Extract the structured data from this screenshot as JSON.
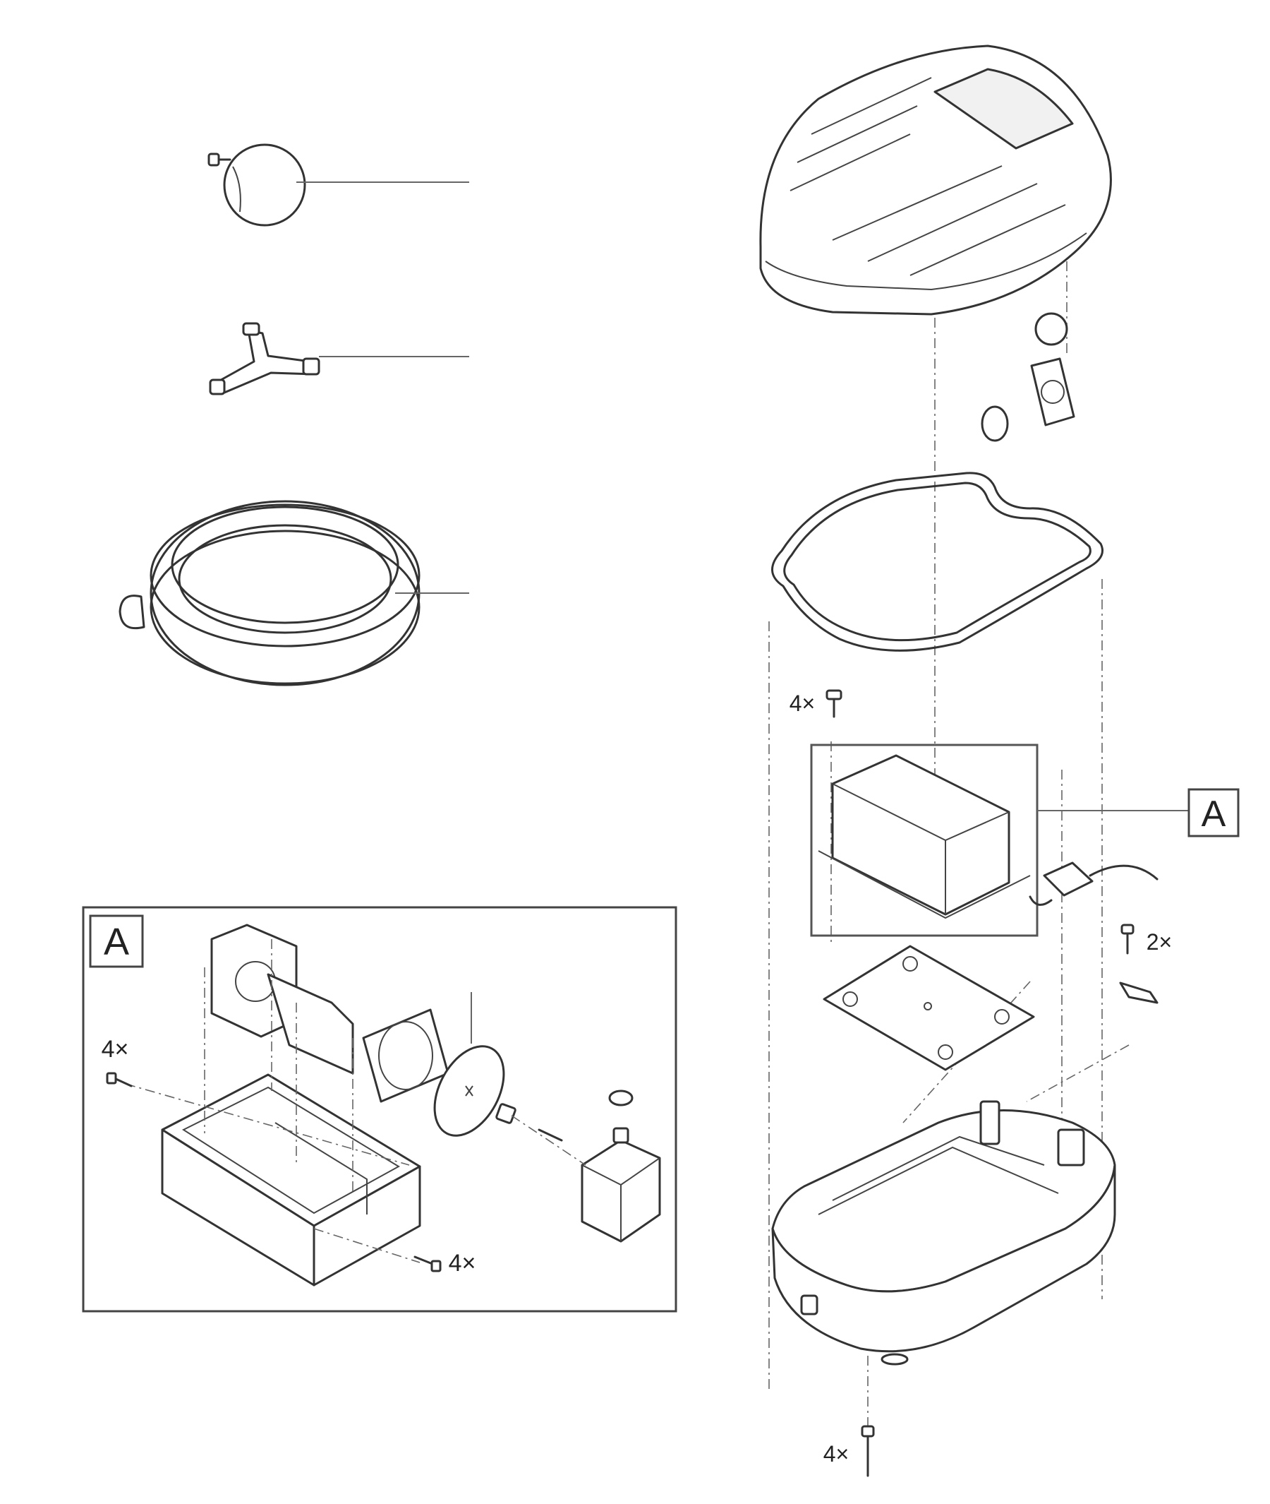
{
  "labels": {
    "module_callout": "A",
    "inset_callout": "A",
    "qty_motor_screws": "4×",
    "qty_clip_screws": "2×",
    "qty_base_screws": "4×",
    "qty_inset_left_screws": "4×",
    "qty_inset_bottom_screws": "4×"
  }
}
